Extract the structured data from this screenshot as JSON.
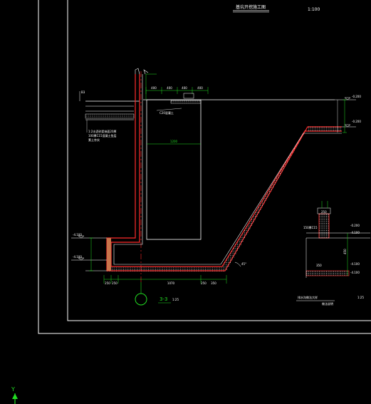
{
  "drawing": {
    "title": "基坑开挖施工图",
    "scale": "1:100",
    "section": {
      "label": "3-3",
      "scale": "1:25"
    },
    "detail": {
      "title": "排水沟做法大样",
      "subtitle": "做法说明",
      "scale": "1:25"
    },
    "top_label": "B3",
    "levels": {
      "l1": "-0.200",
      "l2": "-0.200",
      "l3": "-4.100",
      "l4": "-4.100",
      "l5": "-4.100",
      "l6": "-4.100",
      "l7": "-0.200",
      "l8": "-4.100"
    },
    "dims_top": [
      "400",
      "400",
      "400",
      "400"
    ],
    "dims_mid": "1200",
    "dims_bottom": [
      "250",
      "250",
      "1070",
      "250",
      "350"
    ],
    "notes": {
      "n1": "C20混凝土",
      "n2": "150厚C15",
      "n3": "素土夯实",
      "n4": "1:2水泥砂浆抹面20厚",
      "n5": "100厚C15混凝土垫层"
    },
    "dims_detail": [
      "250",
      "350",
      "450"
    ],
    "axis_label": "Y",
    "colors": {
      "background": "#000000",
      "line_white": "#ffffff",
      "wall_red": "#ff2b2b",
      "dim_green": "#22dd22",
      "axis_green": "#22dd22"
    }
  }
}
